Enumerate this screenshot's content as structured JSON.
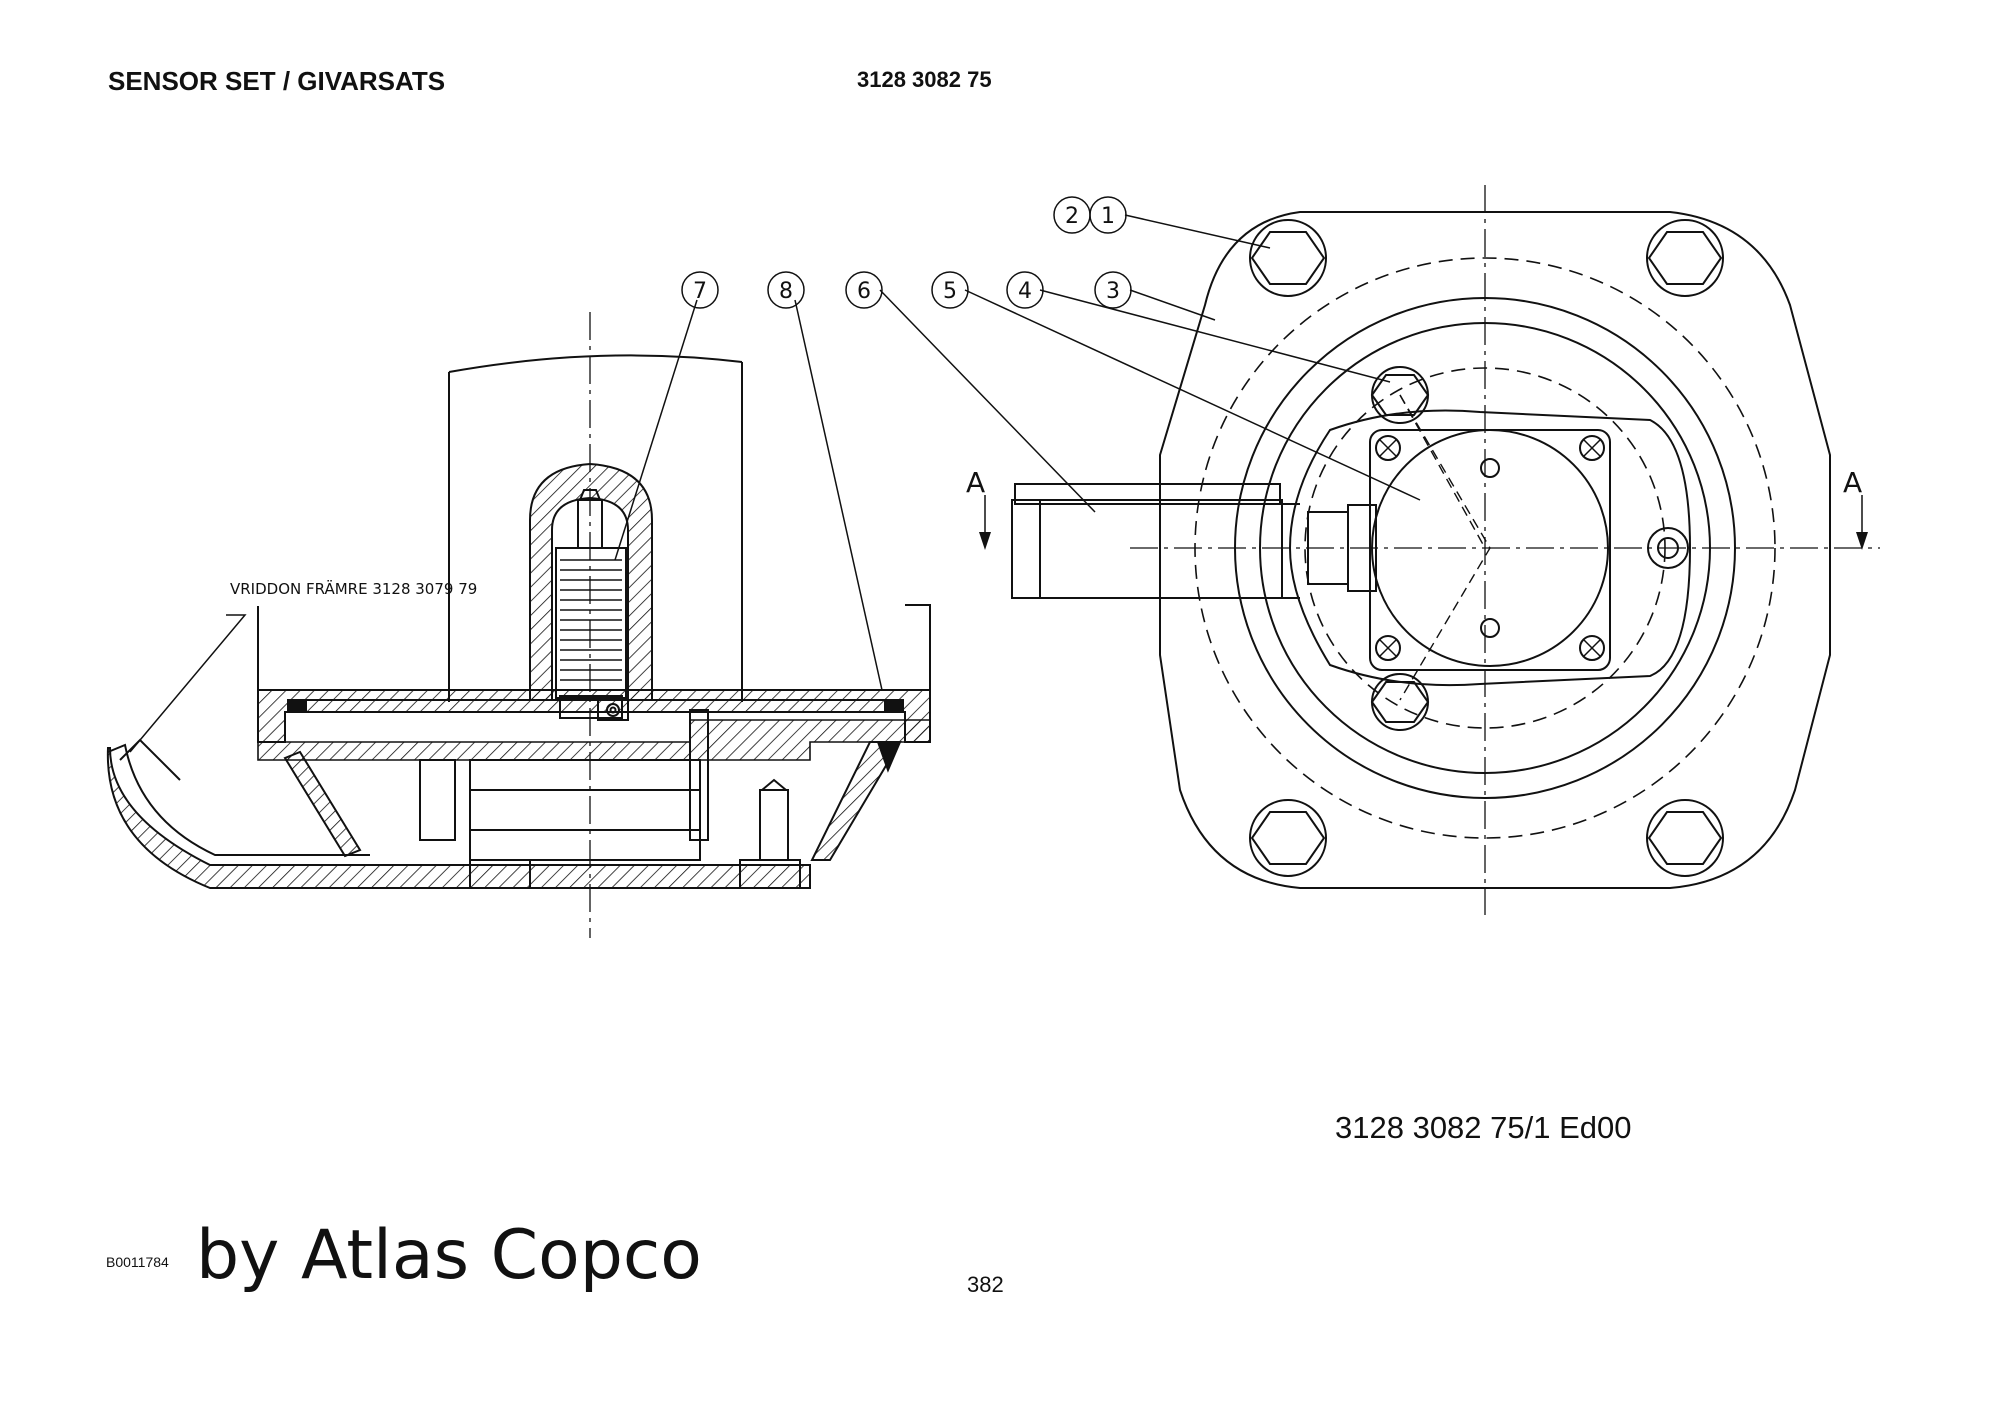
{
  "header": {
    "title": "SENSOR SET / GIVARSATS",
    "part_number": "3128 3082 75"
  },
  "drawing": {
    "callouts": [
      "1",
      "2",
      "3",
      "4",
      "5",
      "6",
      "7",
      "8"
    ],
    "section_marker": "A",
    "note": "VRIDDON FRÄMRE 3128 3079 79"
  },
  "footer": {
    "reference": "3128 3082 75/1  Ed00",
    "image_id": "B0011784",
    "brand": "by Atlas Copco",
    "page": "382"
  }
}
